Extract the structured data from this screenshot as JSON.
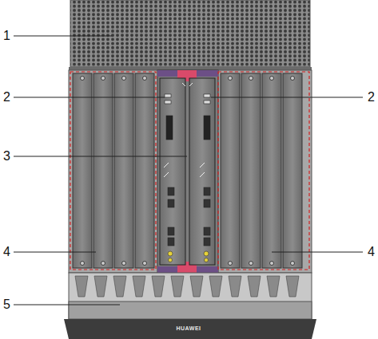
{
  "diagram": {
    "labels": [
      "1",
      "2",
      "2",
      "3",
      "4",
      "4",
      "5",
      "HUAWEI"
    ]
  }
}
